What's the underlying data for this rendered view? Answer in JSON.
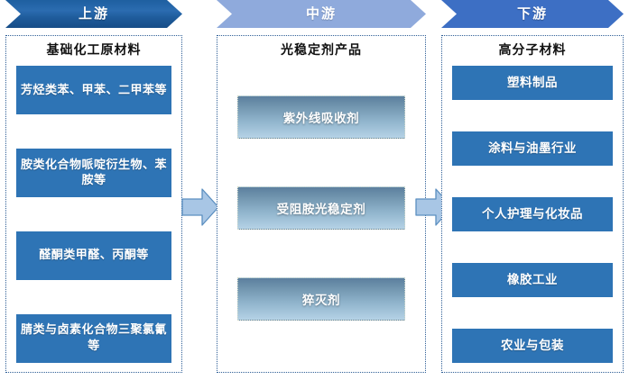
{
  "diagram": {
    "type": "value-chain",
    "stages": [
      {
        "key": "upstream",
        "banner_label": "上游",
        "banner_color": "#2b6cb0",
        "panel_title": "基础化工原材料",
        "items": [
          "芳烃类苯、甲苯、二甲苯等",
          "胺类化合物哌啶衍生物、苯胺等",
          "醛酮类甲醛、丙酮等",
          "腈类与卤素化合物三聚氯氰等"
        ]
      },
      {
        "key": "midstream",
        "banner_label": "中游",
        "banner_color": "#8faadc",
        "panel_title": "光稳定剂产品",
        "items": [
          "紫外线吸收剂",
          "受阻胺光稳定剂",
          "猝灭剂"
        ]
      },
      {
        "key": "downstream",
        "banner_label": "下游",
        "banner_color": "#3d6fc4",
        "panel_title": "高分子材料",
        "items": [
          "塑料制品",
          "涂料与油墨行业",
          "个人护理与化妆品",
          "橡胶工业",
          "农业与包装"
        ]
      }
    ],
    "connectors": [
      {
        "name": "arrow-upstream-to-midstream",
        "icon": "right-arrow-icon"
      },
      {
        "name": "arrow-midstream-to-downstream",
        "icon": "right-arrow-icon"
      }
    ],
    "colors": {
      "chip_blue": "#2e74b5",
      "panel_border": "#2f5f97",
      "arrow_fill": "#a8c6e5",
      "arrow_stroke": "#5b8fc0",
      "background": "#ffffff"
    }
  }
}
